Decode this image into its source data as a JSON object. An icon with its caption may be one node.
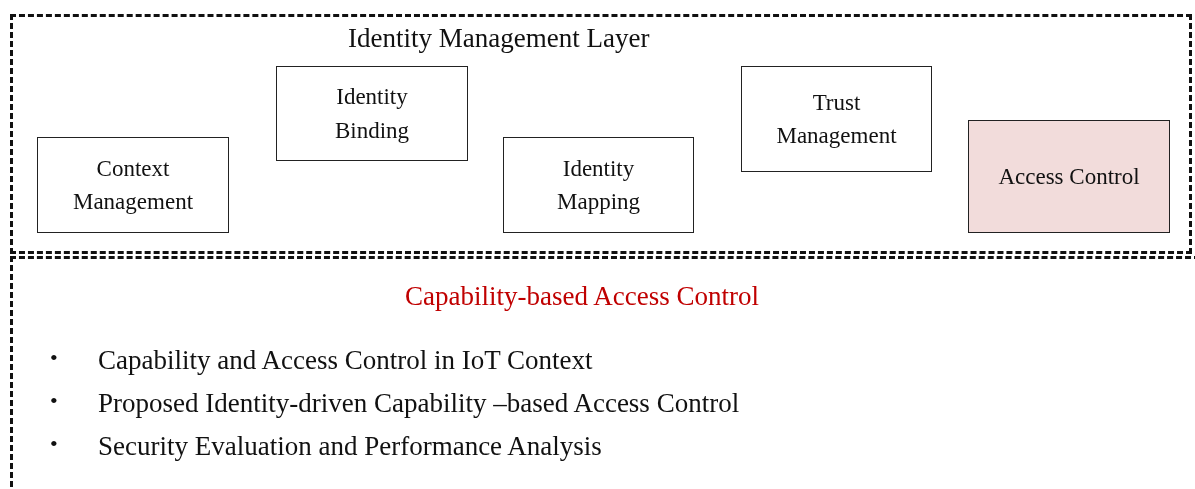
{
  "diagram": {
    "nodes": [
      {
        "text": [
          "Identity Management Layer"
        ]
      },
      {
        "text": [
          "Context Management"
        ],
        "in": 0
      },
      {
        "text": [
          "Identity Binding"
        ],
        "in": 0
      },
      {
        "text": [
          "Identity Mapping"
        ],
        "in": 0
      },
      {
        "text": [
          "Trust Management"
        ],
        "in": 0
      },
      {
        "text": [
          "Access Control"
        ],
        "in": 0
      },
      {
        "text": [
          "Capability-based Access Control",
          "Capability and Access Control in IoT Context",
          "Proposed  Identity-driven Capability –based Access Control",
          "Security Evaluation and Performance Analysis"
        ]
      }
    ],
    "edges": [],
    "labels": [
      "•",
      "•",
      "•"
    ]
  }
}
